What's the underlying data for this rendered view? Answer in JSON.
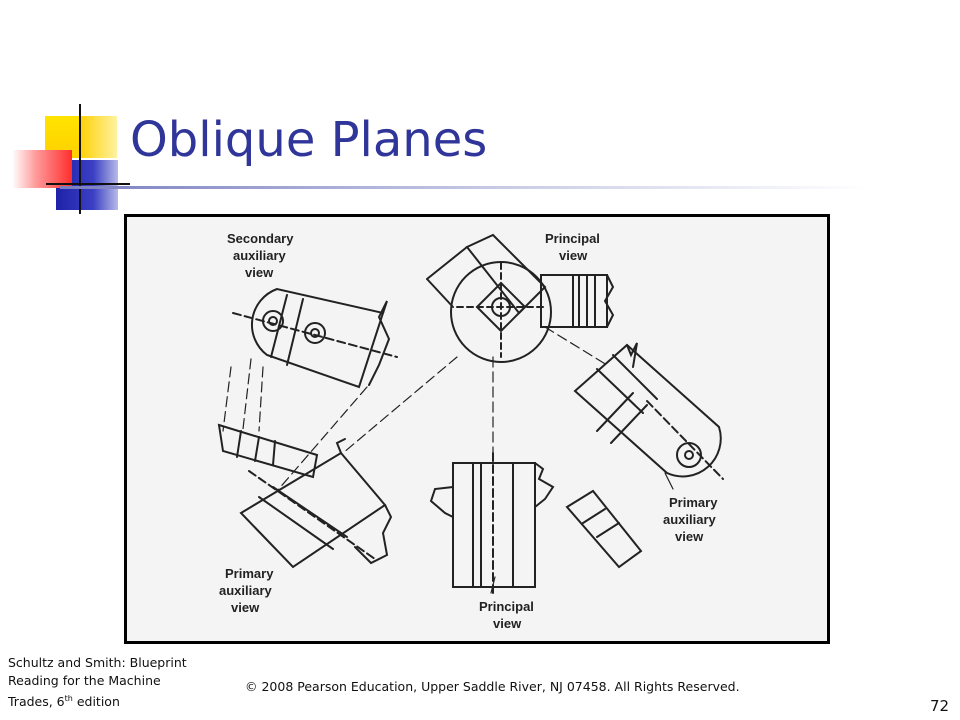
{
  "slide": {
    "title": "Oblique Planes",
    "page_number": "72"
  },
  "figure": {
    "labels": {
      "secondary_aux_line1": "Secondary",
      "secondary_aux_line2": "auxiliary",
      "secondary_aux_line3": "view",
      "principal_top_line1": "Principal",
      "principal_top_line2": "view",
      "primary_aux_right_line1": "Primary",
      "primary_aux_right_line2": "auxiliary",
      "primary_aux_right_line3": "view",
      "primary_aux_left_line1": "Primary",
      "primary_aux_left_line2": "auxiliary",
      "primary_aux_left_line3": "view",
      "principal_bottom_line1": "Principal",
      "principal_bottom_line2": "view"
    }
  },
  "footer": {
    "citation_line1": "Schultz and Smith: Blueprint",
    "citation_line2": "Reading for the Machine",
    "citation_line3_prefix": "Trades, 6",
    "citation_line3_sup": "th",
    "citation_line3_suffix": " edition",
    "copyright": "© 2008 Pearson Education, Upper Saddle River, NJ 07458. All Rights Reserved."
  },
  "colors": {
    "title": "#2f3599",
    "deco_yellow": "#ffd700",
    "deco_blue": "#2b2fb0",
    "deco_red": "#ff3b3b"
  }
}
